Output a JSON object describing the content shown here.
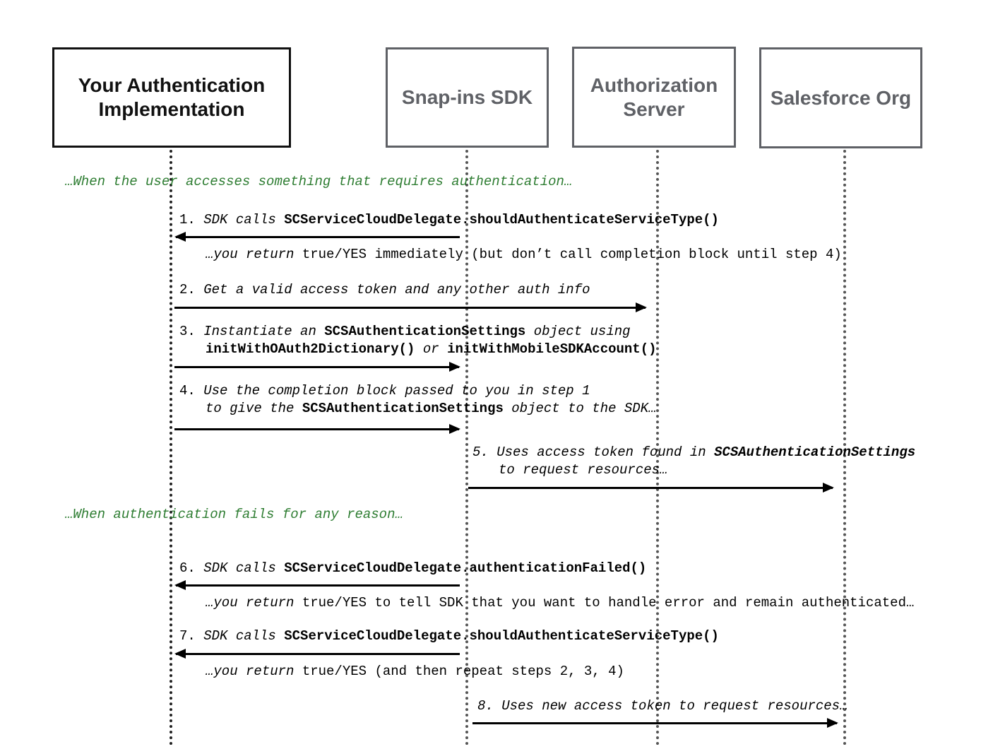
{
  "actors": {
    "auth_impl": [
      "Your Authentication",
      "Implementation"
    ],
    "snapins_sdk": [
      "Snap-ins SDK"
    ],
    "auth_server": [
      "Authorization",
      "Server"
    ],
    "salesforce_org": [
      "Salesforce Org"
    ]
  },
  "sections": {
    "auth_required": "…When the user accesses something that requires authentication…",
    "auth_fails": "…When authentication fails for any reason…"
  },
  "steps": {
    "s1": {
      "num": "1. ",
      "pre": "SDK calls ",
      "call": "SCServiceCloudDelegate.shouldAuthenticateServiceType()"
    },
    "r1": {
      "pre": "…you return ",
      "rest": "true/YES immediately (but don’t call completion block until step 4)"
    },
    "s2": {
      "num": "2. ",
      "text": "Get a valid access token and any other auth info"
    },
    "s3": {
      "num": "3. ",
      "pre": "Instantiate an ",
      "cls": "SCSAuthenticationSettings",
      "post": " object using",
      "m1": "initWithOAuth2Dictionary()",
      "or": " or ",
      "m2": "initWithMobileSDKAccount()"
    },
    "s4": {
      "num": "4. ",
      "line1": "Use the completion block passed to you in step 1",
      "pre": "to give the ",
      "cls": "SCSAuthenticationSettings",
      "post": " object to the SDK…"
    },
    "s5": {
      "num": "5. ",
      "pre": "Uses access token found in ",
      "cls": "SCSAuthenticationSettings",
      "line2": "to request resources…"
    },
    "s6": {
      "num": "6. ",
      "pre": "SDK calls ",
      "call": "SCServiceCloudDelegate.authenticationFailed()"
    },
    "r6": {
      "pre": "…you return ",
      "rest": "true/YES to tell SDK that you want to handle error and remain authenticated…"
    },
    "s7": {
      "num": "7. ",
      "pre": "SDK calls ",
      "call": "SCServiceCloudDelegate.shouldAuthenticateServiceType()"
    },
    "r7": {
      "pre": "…you return ",
      "rest": "true/YES (and then repeat steps 2, 3, 4)"
    },
    "s8": {
      "text": "8. Uses new access token to request resources…"
    }
  },
  "colors": {
    "section_text": "#2e7d32",
    "primary_border": "#111111",
    "secondary_border": "#5f6166"
  }
}
